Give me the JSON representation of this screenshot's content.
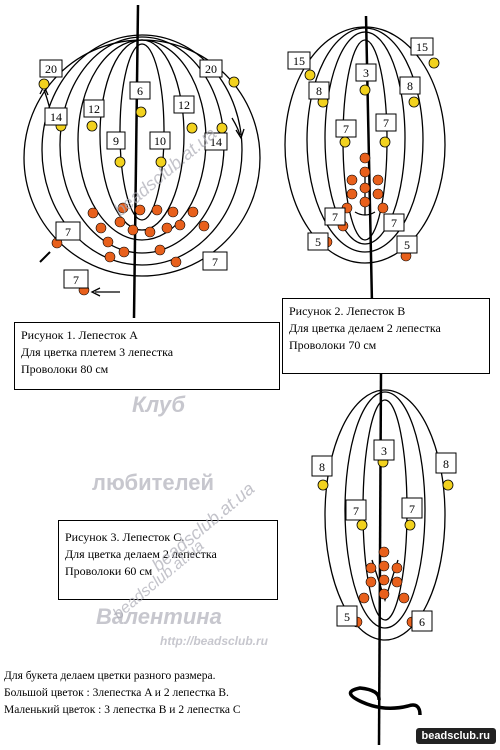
{
  "figures": {
    "a": {
      "lines": [
        "Рисунок 1. Лепесток А",
        "Для цветка плетем 3 лепестка",
        "Проволоки  80 см"
      ],
      "labels": [
        "20",
        "20",
        "14",
        "14",
        "12",
        "12",
        "6",
        "9",
        "10",
        "7",
        "7",
        "7"
      ]
    },
    "b": {
      "lines": [
        "Рисунок 2. Лепесток В",
        "Для цветка делаем 2 лепестка",
        "Проволоки 70 см"
      ],
      "labels": [
        "15",
        "15",
        "8",
        "8",
        "3",
        "7",
        "7",
        "7",
        "7",
        "5",
        "5"
      ]
    },
    "c": {
      "lines": [
        "Рисунок 3. Лепесток С.",
        "Для цветка делаем 2 лепестка",
        "Проволоки 60 см"
      ],
      "labels": [
        "8",
        "8",
        "3",
        "7",
        "7",
        "5",
        "6"
      ]
    }
  },
  "footer": {
    "line1": "Для букета делаем цветки разного размера.",
    "line2": "Большой цветок : 3лепестка A и 2 лепестка B.",
    "line3": "Маленький цветок : 3 лепестка B и 2 лепестка C"
  },
  "watermark": {
    "club": "Клуб",
    "lovers": "любителей",
    "name": "Валентина",
    "url": "http://beadsclub.ru",
    "rotated": "beadsclub.at.ua",
    "badge": "beadsclub.ru"
  },
  "colors": {
    "orange_bead": "#e8601c",
    "yellow_bead": "#f2d21e",
    "line": "#000000"
  }
}
